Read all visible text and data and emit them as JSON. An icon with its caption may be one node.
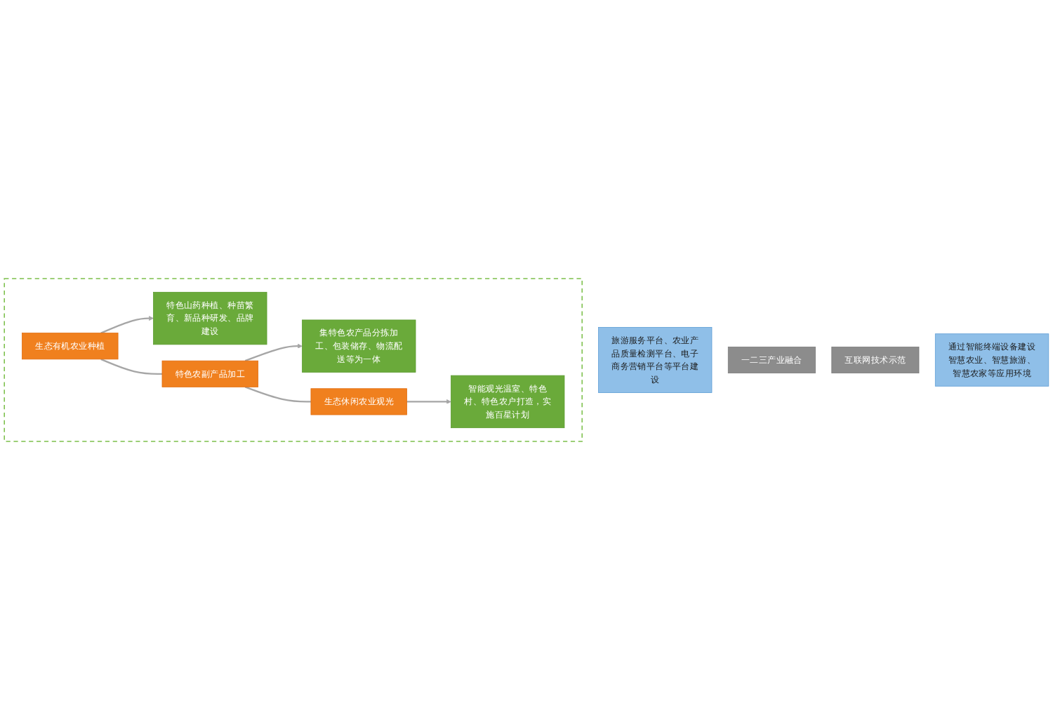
{
  "diagram": {
    "nodes": [
      {
        "text": [],
        "shape": "box"
      },
      {
        "text": [
          "旅游服务平台、农业产品质量检测平台、电子商务营销平台等平台建设"
        ]
      },
      {
        "text": [
          "一二三产业融合"
        ]
      },
      {
        "text": [
          "生态有机农业种植"
        ],
        "in": 0
      },
      {
        "text": [
          "特色山药种植、种苗繁育、新品种研发、品牌建设"
        ],
        "in": 0
      },
      {
        "text": [
          "特色农副产品加工"
        ],
        "in": 0
      },
      {
        "text": [
          "集特色农产品分拣加工、包装储存、物流配送等为一体"
        ],
        "in": 0
      },
      {
        "text": [
          "生态休闲农业观光"
        ],
        "in": 0
      },
      {
        "text": [
          "智能观光温室、特色村、特色农户打造，实施百星计划"
        ],
        "in": 0
      },
      {
        "text": [
          "互联网技术示范"
        ]
      },
      {
        "text": [
          "通过智能终端设备建设智慧农业、智慧旅游、智慧农家等应用环境"
        ]
      }
    ],
    "edges": [
      {
        "from": 3,
        "to": 4,
        "arrow": "to"
      },
      {
        "from": 3,
        "to": 5,
        "arrow": "none"
      },
      {
        "from": 5,
        "to": 6,
        "arrow": "to"
      },
      {
        "from": 5,
        "to": 7,
        "arrow": "none"
      },
      {
        "from": 7,
        "to": 8,
        "arrow": "to"
      }
    ]
  }
}
